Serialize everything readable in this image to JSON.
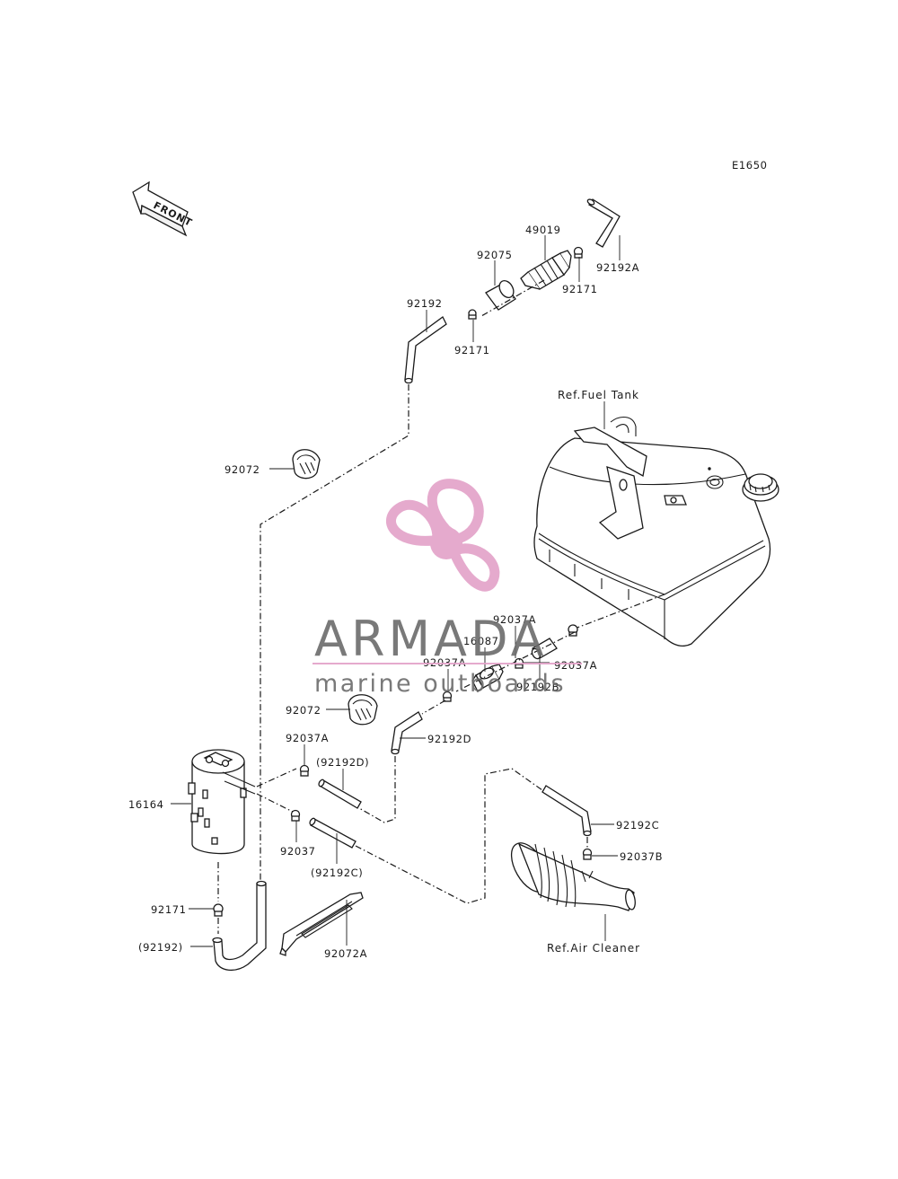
{
  "diagram": {
    "code": "E1650",
    "front_label": "FRONT",
    "refs": {
      "fuel_tank": "Ref.Fuel Tank",
      "air_cleaner": "Ref.Air Cleaner"
    },
    "labels": {
      "p49019": "49019",
      "p92075": "92075",
      "p92171_top": "92171",
      "p92192A": "92192A",
      "p92192_top": "92192",
      "p92171_mid": "92171",
      "p92072_top": "92072",
      "p92037A_upper": "92037A",
      "p16087": "16087",
      "p92037A_left": "92037A",
      "p92037A_right": "92037A",
      "p92192B": "92192B",
      "p92072_mid": "92072",
      "p92192D": "92192D",
      "p92037A_low": "92037A",
      "p92192D_paren": "(92192D)",
      "p16164": "16164",
      "p92037": "92037",
      "p92192C_paren": "(92192C)",
      "p92192C": "92192C",
      "p92037B": "92037B",
      "p92171_bottom": "92171",
      "p92192_paren": "(92192)",
      "p92072A": "92072A"
    }
  },
  "watermark": {
    "brand": "ARMADA",
    "tagline": "marine outboards",
    "color": "#e3a1c8"
  }
}
